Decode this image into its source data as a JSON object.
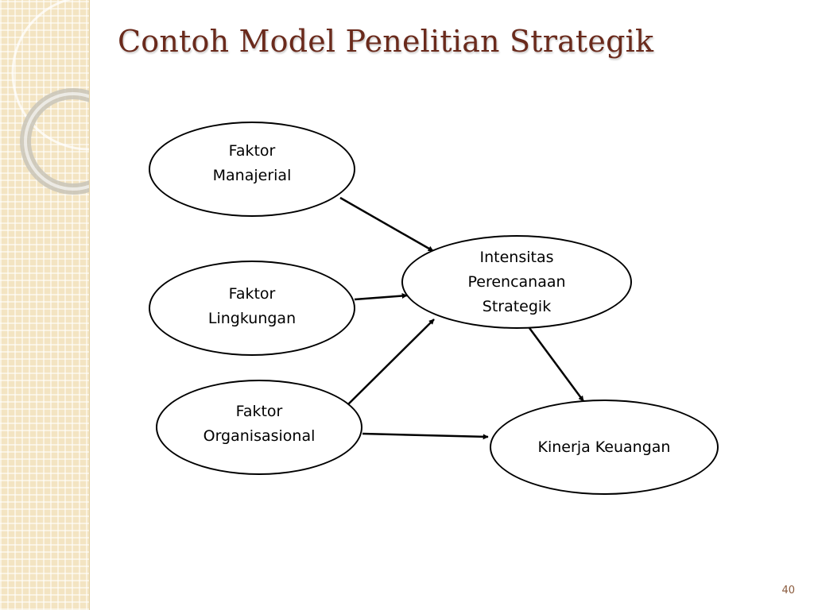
{
  "slide": {
    "title": "Contoh Model Penelitian Strategik",
    "page_number": "40"
  },
  "diagram": {
    "nodes": [
      {
        "id": "manajerial",
        "lines": [
          "Faktor",
          "Manajerial"
        ]
      },
      {
        "id": "lingkungan",
        "lines": [
          "Faktor",
          "Lingkungan"
        ]
      },
      {
        "id": "organisasional",
        "lines": [
          "Faktor",
          "Organisasional"
        ]
      },
      {
        "id": "intensitas",
        "lines": [
          "Intensitas",
          "Perencanaan",
          "Strategik"
        ]
      },
      {
        "id": "kinerja",
        "lines": [
          "Kinerja Keuangan"
        ]
      }
    ],
    "edges": [
      {
        "from": "manajerial",
        "to": "intensitas"
      },
      {
        "from": "lingkungan",
        "to": "intensitas"
      },
      {
        "from": "organisasional",
        "to": "intensitas"
      },
      {
        "from": "intensitas",
        "to": "kinerja"
      },
      {
        "from": "organisasional",
        "to": "kinerja"
      }
    ],
    "colors": {
      "title": "#6a2a1c",
      "stroke": "#000000",
      "side_panel": "#f3e4c2"
    }
  }
}
